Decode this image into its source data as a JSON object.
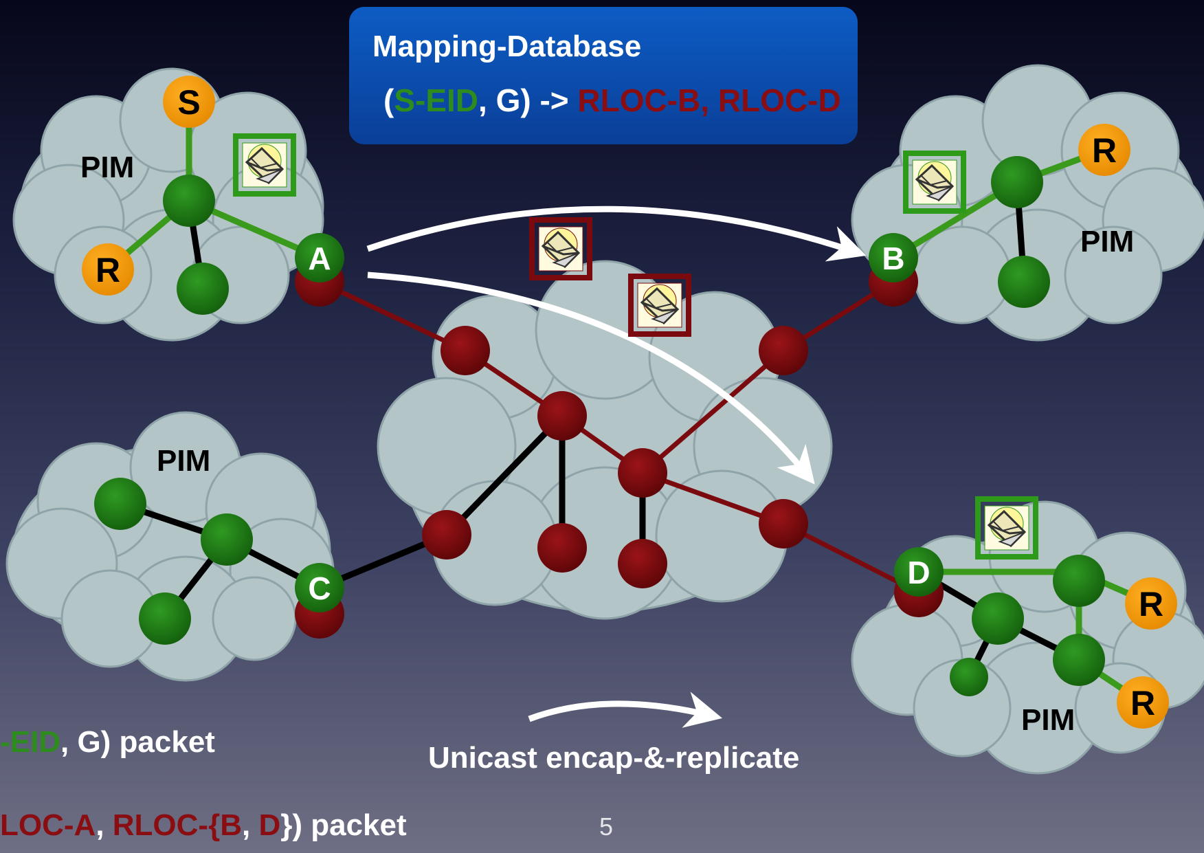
{
  "mapping_box": {
    "title": "Mapping-Database",
    "entry_open": "(",
    "entry_eid": "S-EID",
    "entry_mid": ", G) -> ",
    "entry_rlocs": "RLOC-B, RLOC-D"
  },
  "clouds": {
    "pim_label": "PIM"
  },
  "nodes": {
    "source": "S",
    "receiver": "R",
    "xtr_a": "A",
    "xtr_b": "B",
    "xtr_c": "C",
    "xtr_d": "D"
  },
  "legend": {
    "multicast_prefix": "-EID",
    "multicast_suffix": ", G) packet",
    "unicast_prefix": "LOC-A",
    "unicast_comma": ", ",
    "unicast_rloc_open": "RLOC-{",
    "unicast_b": "B",
    "unicast_sep": ", ",
    "unicast_d": "D",
    "unicast_suffix": "}) packet",
    "arrow_label": "Unicast encap-&-replicate"
  },
  "page_number": "5",
  "colors": {
    "green_node": "#1f7a14",
    "red_node": "#7a0a0e",
    "receiver_orange": "#f39c12",
    "cloud": "#b4c5c8",
    "green_link": "#3a9a1c",
    "red_link": "#7a0a0e",
    "black_link": "#000000"
  }
}
